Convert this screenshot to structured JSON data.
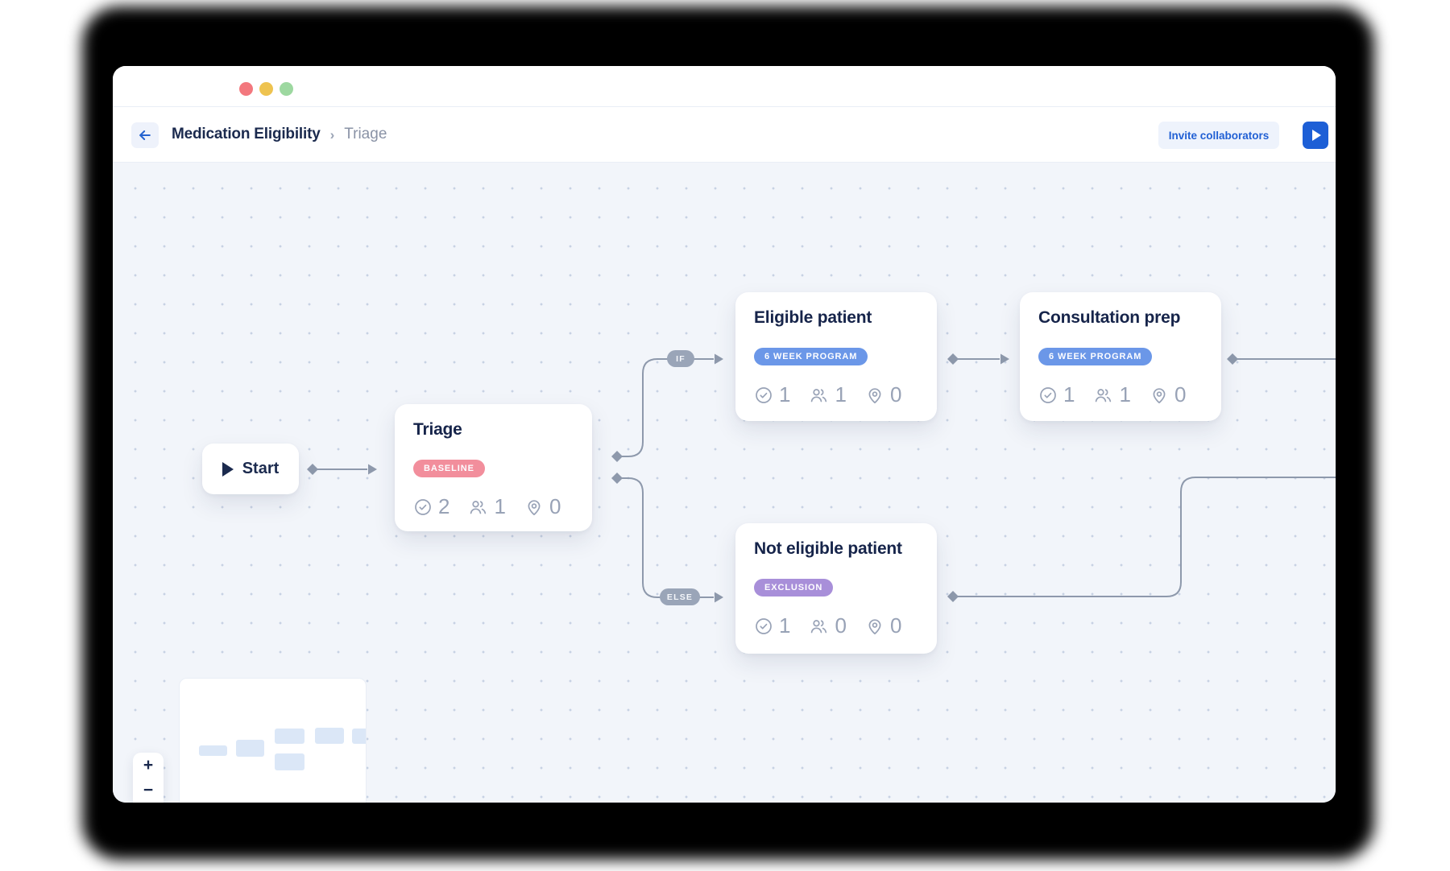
{
  "window": {
    "traffic_lights": {
      "close": "red",
      "minimize": "yellow",
      "zoom": "green"
    },
    "header": {
      "back": "←",
      "breadcrumb_primary": "Medication Eligibility",
      "breadcrumb_separator": "›",
      "breadcrumb_secondary": "Triage",
      "invite_button_label": "Invite collaborators",
      "run_button": "play-icon"
    }
  },
  "canvas": {
    "nodes": {
      "start": {
        "label": "Start"
      },
      "triage": {
        "title": "Triage",
        "badge": "BASELINE",
        "stats": {
          "checks": "2",
          "users": "1",
          "locations": "0"
        }
      },
      "eligible": {
        "title": "Eligible patient",
        "badge": "6 WEEK PROGRAM",
        "stats": {
          "checks": "1",
          "users": "1",
          "locations": "0"
        }
      },
      "consultation": {
        "title": "Consultation prep",
        "badge": "6 WEEK PROGRAM",
        "stats": {
          "checks": "1",
          "users": "1",
          "locations": "0"
        }
      },
      "not_eligible": {
        "title": "Not eligible patient",
        "badge": "EXCLUSION",
        "stats": {
          "checks": "1",
          "users": "0",
          "locations": "0"
        }
      }
    },
    "connector_labels": {
      "if": "IF",
      "else": "ELSE"
    },
    "zoom_controls": {
      "zoom_in": "+",
      "zoom_out": "−"
    }
  },
  "colors": {
    "accent_blue": "#2160d4",
    "run_button_blue": "#1d5fd6",
    "title_navy": "#16244a",
    "badge_pink": "#f28e9c",
    "badge_blue": "#6b97e8",
    "badge_purple": "#a88fd9",
    "badge_text": "#fdfdff",
    "connector_gray": "#8e99ac",
    "condition_pill_gray": "#9aa5b8",
    "stat_gray": "#98a2b6",
    "canvas_background": "#f2f5fa",
    "grid_dot": "#c7d2e3",
    "minimap_node_blue": "#dbe7f7",
    "traffic_red": "#f3787e",
    "traffic_yellow": "#eec350",
    "traffic_green": "#9dd8a0"
  }
}
